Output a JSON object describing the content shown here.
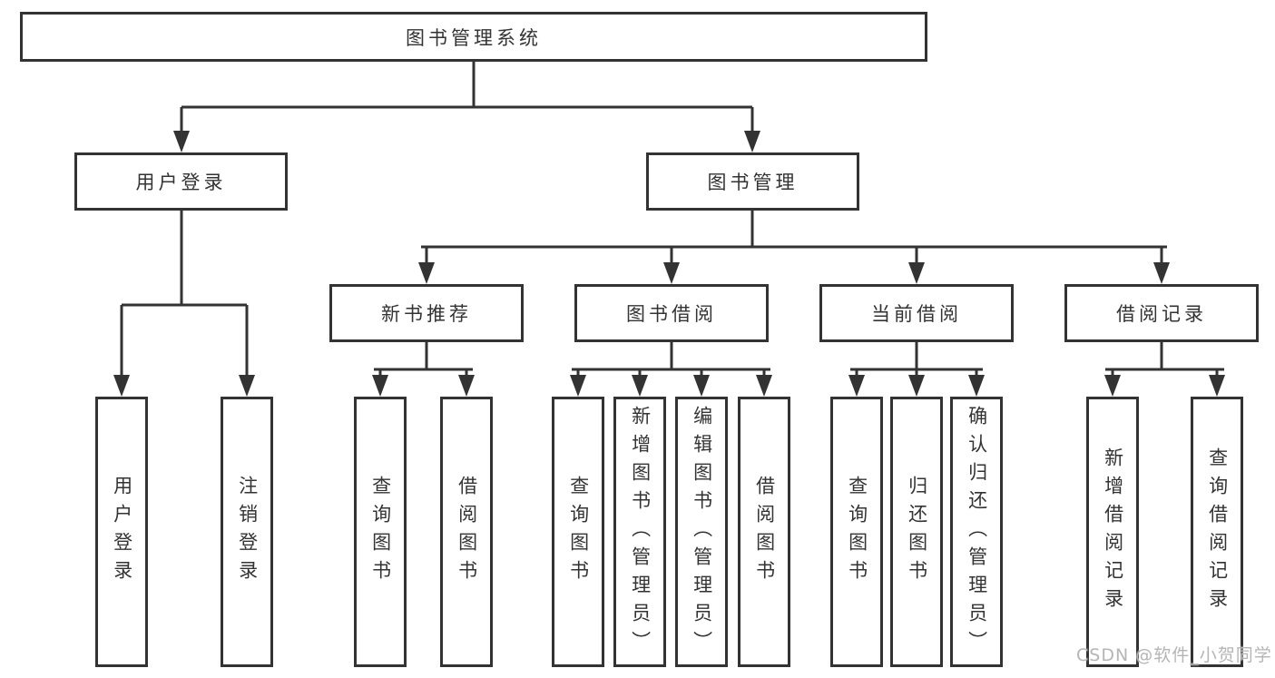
{
  "colors": {
    "line": "#333333",
    "box_border": "#333333",
    "text": "#333333",
    "background": "#ffffff",
    "watermark": "#b5b5b5"
  },
  "root": {
    "label": "图书管理系统"
  },
  "level2": [
    {
      "label": "用户登录"
    },
    {
      "label": "图书管理"
    }
  ],
  "level3": [
    {
      "label": "新书推荐"
    },
    {
      "label": "图书借阅"
    },
    {
      "label": "当前借阅"
    },
    {
      "label": "借阅记录"
    }
  ],
  "level4": {
    "user_login": [
      "用户登录",
      "注销登录"
    ],
    "new_book_recommend": [
      "查询图书",
      "借阅图书"
    ],
    "book_borrow": [
      "查询图书",
      "新增图书（管理员）",
      "编辑图书（管理员）",
      "借阅图书"
    ],
    "current_borrow": [
      "查询图书",
      "归还图书",
      "确认归还（管理员）"
    ],
    "borrow_records": [
      "新增借阅记录",
      "查询借阅记录"
    ]
  },
  "watermark": {
    "text": "CSDN @软件_小贺同学"
  }
}
